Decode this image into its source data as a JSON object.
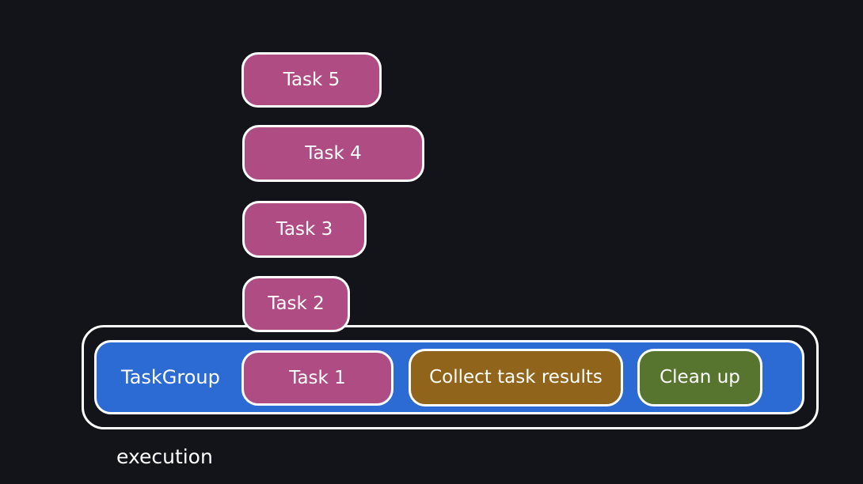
{
  "diagram": {
    "type": "task-execution-diagram",
    "background": "#12141a",
    "border_color": "#ffffff",
    "text_color": "#ffffff",
    "caption": "execution",
    "stacked_tasks": [
      {
        "id": "task5",
        "label": "Task 5",
        "color": "#af4c84"
      },
      {
        "id": "task4",
        "label": "Task 4",
        "color": "#af4c84"
      },
      {
        "id": "task3",
        "label": "Task 3",
        "color": "#af4c84"
      },
      {
        "id": "task2",
        "label": "Task 2",
        "color": "#af4c84"
      }
    ],
    "group": {
      "label": "TaskGroup",
      "color": "#2b6bd3",
      "children": [
        {
          "id": "task1",
          "label": "Task 1",
          "color": "#af4c84"
        },
        {
          "id": "collect",
          "label": "Collect task results",
          "color": "#90651b"
        },
        {
          "id": "cleanup",
          "label": "Clean up",
          "color": "#587530"
        }
      ]
    }
  }
}
